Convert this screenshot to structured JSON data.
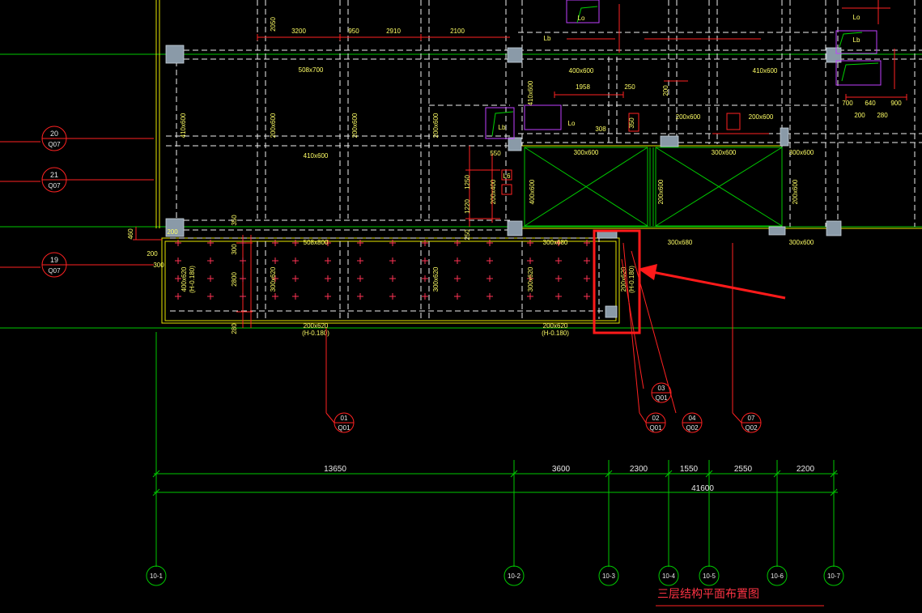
{
  "drawing": {
    "title": "三层结构平面布置图",
    "total_dimension": "41600",
    "segment_dimensions": [
      "13650",
      "3600",
      "2300",
      "1550",
      "2550",
      "2200"
    ],
    "grid_axes": [
      "10-1",
      "10-2",
      "10-3",
      "10-4",
      "10-5",
      "10-6",
      "10-7"
    ],
    "row_axes": [
      {
        "id": "20",
        "ref": "Q07"
      },
      {
        "id": "21",
        "ref": "Q07"
      },
      {
        "id": "19",
        "ref": "Q07"
      }
    ],
    "wall_callouts": [
      {
        "id": "01",
        "ref": "Q01"
      },
      {
        "id": "02",
        "ref": "Q01"
      },
      {
        "id": "03",
        "ref": "Q01"
      },
      {
        "id": "04",
        "ref": "Q02"
      },
      {
        "id": "07",
        "ref": "Q02"
      }
    ],
    "beam_labels": {
      "b508_700": "508x700",
      "b410_600a": "410x600",
      "b410_600b": "410x600",
      "b300_600a": "300x600",
      "b300_600b": "300x600",
      "b300_600c": "300x600",
      "b400_600": "400x600",
      "b508_800": "508x800",
      "b300_620a": "300x620",
      "b300_620b": "300x620",
      "b300_680a": "300x680",
      "b300_680b": "300x680",
      "b200_620a": "200x620",
      "b200_620b": "200x620",
      "b400_620": "400x620",
      "h_note_a": "(H-0.180)",
      "h_note_b": "(H-0.180)",
      "b200_620_v": "200x620",
      "h_note_v": "(H-0.180)",
      "b200_600a": "200x600",
      "b200_600b": "200x600",
      "b200_400": "200x400",
      "b200_600c": "200x600"
    },
    "dim_labels": {
      "d3200": "3200",
      "d950": "950",
      "d2910": "2910",
      "d2100": "2100",
      "d2050": "2050",
      "d1958": "1958",
      "d250": "250",
      "d308": "308",
      "d350": "350",
      "d550": "550",
      "d2800": "2800",
      "d300": "300",
      "d460": "460",
      "d200": "200",
      "d280": "280",
      "d1250": "1250",
      "d1220": "1220",
      "d700": "700",
      "d640": "640",
      "d900": "900"
    },
    "misc_labels": {
      "lo1": "Lo",
      "lo2": "Lo",
      "lo3": "Lo",
      "lb1": "Lb",
      "lb2": "Lb",
      "lb3": "Lb",
      "l6": "L6"
    }
  }
}
